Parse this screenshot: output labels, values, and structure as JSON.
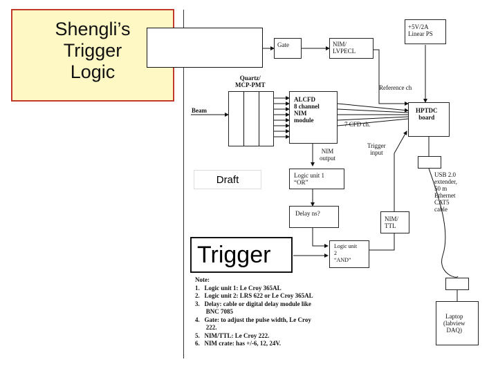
{
  "title": "Shengli’s\nTrigger\nLogic",
  "draft_label": "Draft",
  "trigger_label": "Trigger",
  "blocks": {
    "gate": "Gate",
    "nim_lvpecl": "NIM/\nLVPECL",
    "power": "+5V/2A\nLinear PS",
    "quartz": "Quartz/\nMCP-PMT",
    "beam": "Beam",
    "alcfd": "ALCFD\n8 channel\nNIM\nmodule",
    "reference": "Reference ch",
    "cfd_ch": "7 CFD ch.",
    "hptdc": "HPTDC\nboard",
    "trigger_input": "Trigger\ninput",
    "nim_output": "NIM\noutput",
    "logic1": "Logic unit 1\n“OR”",
    "usb": "USB 2.0\nextender,\n50 m\nEthernet\nCAT5\ncable",
    "delay": "Delay ns?",
    "nim_ttl": "NIM/\nTTL",
    "logic2": "Logic unit\n2\n“AND”",
    "laptop": "Laptop\n(labview\nDAQ)"
  },
  "notes": {
    "heading": "Note:",
    "items": [
      "1.   Logic unit 1: Le Croy 365AL",
      "2.   Logic unit 2: LRS 622 or Le Croy 365AL",
      "3.   Delay: cable or digital delay module like",
      "       BNC 7085",
      "4.   Gate: to adjust the pulse width, Le Croy",
      "       222.",
      "5.   NIM/TTL: Le Croy 222.",
      "6.   NIM crate: has +/-6, 12, 24V."
    ]
  }
}
